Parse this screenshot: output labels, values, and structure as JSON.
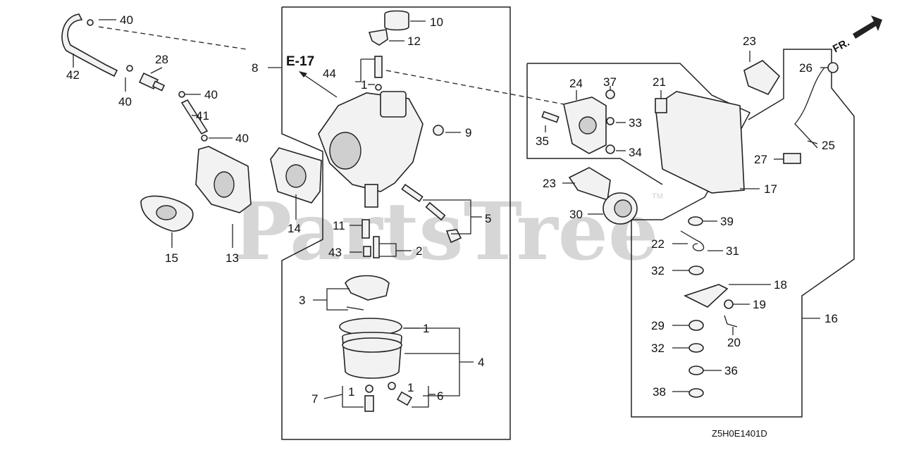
{
  "watermark": "PartsTree",
  "watermark_tm": "TM",
  "reference_label": "E-17",
  "direction_label": "FR.",
  "diagram_code": "Z5H0E1401D",
  "callouts": {
    "c10": "10",
    "c12": "12",
    "c44": "44",
    "c1a": "1",
    "c8": "8",
    "c9": "9",
    "c40a": "40",
    "c42": "42",
    "c28": "28",
    "c40b": "40",
    "c40c": "40",
    "c41": "41",
    "c40d": "40",
    "c14": "14",
    "c15": "15",
    "c13": "13",
    "c11": "11",
    "c5": "5",
    "c43": "43",
    "c2": "2",
    "c3": "3",
    "c1b": "1",
    "c4": "4",
    "c7": "7",
    "c1c": "1",
    "c1d": "1",
    "c6": "6",
    "c23a": "23",
    "c26": "26",
    "c24": "24",
    "c37": "37",
    "c21": "21",
    "c33": "33",
    "c35": "35",
    "c34": "34",
    "c25": "25",
    "c27": "27",
    "c23b": "23",
    "c17": "17",
    "c30": "30",
    "c39": "39",
    "c22": "22",
    "c31": "31",
    "c32a": "32",
    "c18": "18",
    "c19": "19",
    "c29": "29",
    "c20": "20",
    "c16": "16",
    "c32b": "32",
    "c36": "36",
    "c38": "38"
  }
}
